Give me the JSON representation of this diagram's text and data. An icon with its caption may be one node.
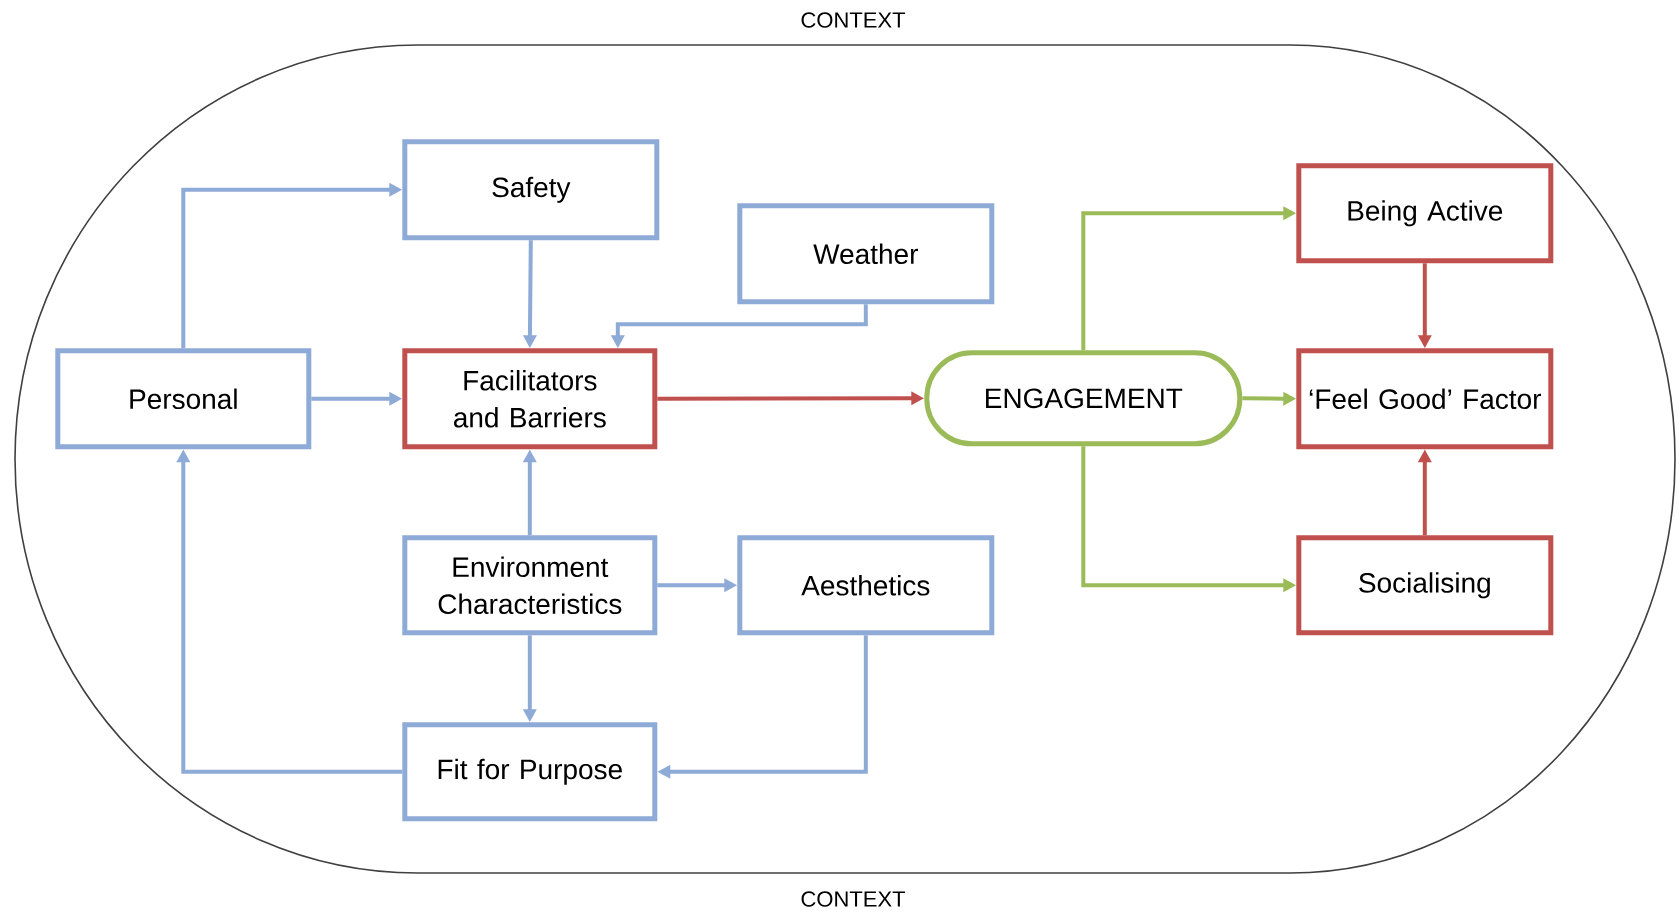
{
  "diagram": {
    "nodes": [
      {
        "text": [
          "CONTEXT",
          "CONTEXT"
        ]
      },
      {
        "text": [
          "Safety"
        ],
        "in": 0
      },
      {
        "text": [
          "Being Active"
        ],
        "in": 0
      },
      {
        "text": [
          "Weather"
        ],
        "in": 0
      },
      {
        "text": [
          "Personal"
        ],
        "in": 0
      },
      {
        "text": [
          "Facilitators and Barriers"
        ],
        "in": 0
      },
      {
        "text": [
          "ENGAGEMENT"
        ],
        "in": 0
      },
      {
        "text": [
          "‘Feel Good’ Factor"
        ],
        "in": 0
      },
      {
        "text": [
          "Environment Characteristics"
        ],
        "in": 0
      },
      {
        "text": [
          "Aesthetics"
        ],
        "in": 0
      },
      {
        "text": [
          "Socialising"
        ],
        "in": 0
      },
      {
        "text": [
          "Fit for Purpose"
        ],
        "in": 0
      }
    ],
    "edges": [
      {
        "from": 4,
        "to": 1,
        "arrow": "to"
      },
      {
        "from": 1,
        "to": 5,
        "arrow": "to"
      },
      {
        "from": 3,
        "to": 5,
        "arrow": "to"
      },
      {
        "from": 4,
        "to": 5,
        "arrow": "to"
      },
      {
        "from": 8,
        "to": 5,
        "arrow": "to"
      },
      {
        "from": 8,
        "to": 9,
        "arrow": "to"
      },
      {
        "from": 8,
        "to": 11,
        "arrow": "to"
      },
      {
        "from": 9,
        "to": 11,
        "arrow": "to"
      },
      {
        "from": 11,
        "to": 4,
        "arrow": "to"
      },
      {
        "from": 5,
        "to": 6,
        "arrow": "to",
        "color": "#c0504d"
      },
      {
        "from": 6,
        "to": 2,
        "arrow": "to",
        "color": "#9bbb59"
      },
      {
        "from": 6,
        "to": 7,
        "arrow": "to",
        "color": "#9bbb59"
      },
      {
        "from": 6,
        "to": 10,
        "arrow": "to",
        "color": "#9bbb59"
      },
      {
        "from": 2,
        "to": 7,
        "arrow": "to",
        "color": "#c0504d"
      },
      {
        "from": 10,
        "to": 7,
        "arrow": "to",
        "color": "#c0504d"
      }
    ]
  }
}
